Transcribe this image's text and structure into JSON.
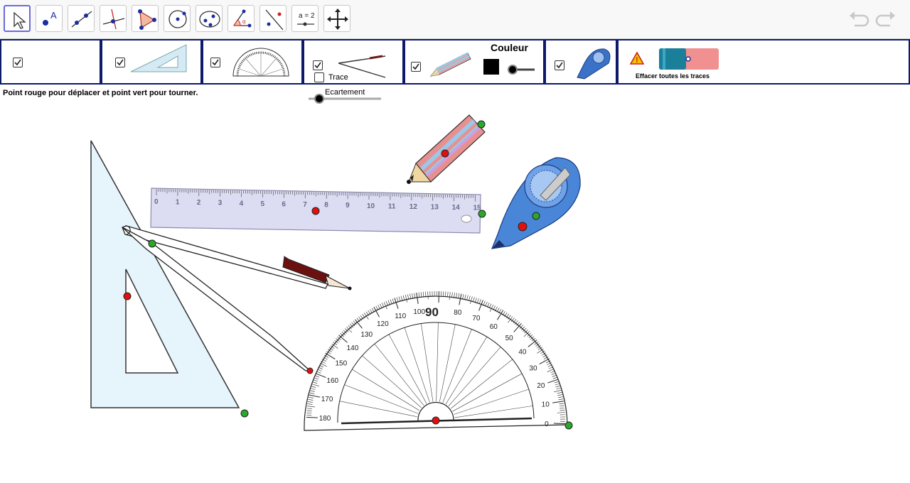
{
  "toolbar": {
    "tools": [
      {
        "name": "move-tool",
        "icon": "cursor-arrow-icon",
        "active": true
      },
      {
        "name": "point-tool",
        "icon": "point-icon"
      },
      {
        "name": "line-tool",
        "icon": "line-icon"
      },
      {
        "name": "perpendicular-tool",
        "icon": "perpendicular-line-icon"
      },
      {
        "name": "polygon-tool",
        "icon": "polygon-icon"
      },
      {
        "name": "circle-tool",
        "icon": "circle-icon"
      },
      {
        "name": "conic-tool",
        "icon": "ellipse-icon"
      },
      {
        "name": "angle-tool",
        "icon": "angle-icon"
      },
      {
        "name": "reflect-tool",
        "icon": "reflect-point-icon"
      },
      {
        "name": "slider-tool",
        "icon": "slider-icon",
        "label": "a = 2"
      },
      {
        "name": "move-view-tool",
        "icon": "move-arrows-icon"
      }
    ],
    "undo_icon": "undo-icon",
    "redo_icon": "redo-icon"
  },
  "panels": {
    "couleur_label": "Couleur",
    "trace_label": "Trace",
    "ecartement_label": "Ecartement",
    "effacer_label": "Effacer toutes les traces",
    "colors": {
      "border": "#0d1a6b",
      "selected_color": "#000000"
    }
  },
  "instructions": "Point rouge pour déplacer et point vert pour tourner.",
  "protractor": {
    "big_label": "90"
  }
}
